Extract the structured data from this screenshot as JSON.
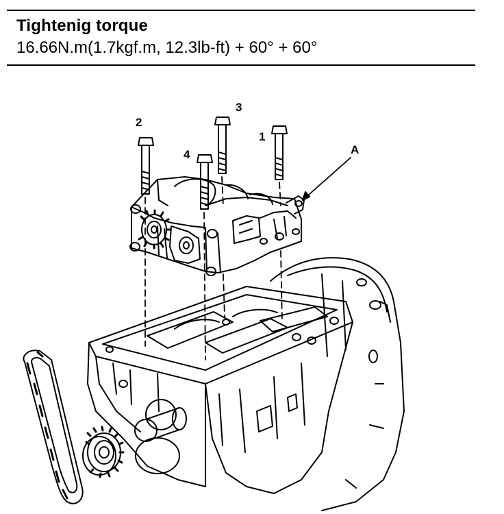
{
  "spec": {
    "title": "Tightenig torque",
    "value": "16.66N.m(1.7kgf.m, 12.3lb-ft) + 60° + 60°"
  },
  "callouts": {
    "bolt_1": "1",
    "bolt_2": "2",
    "bolt_3": "3",
    "bolt_4": "4",
    "part_a": "A"
  }
}
